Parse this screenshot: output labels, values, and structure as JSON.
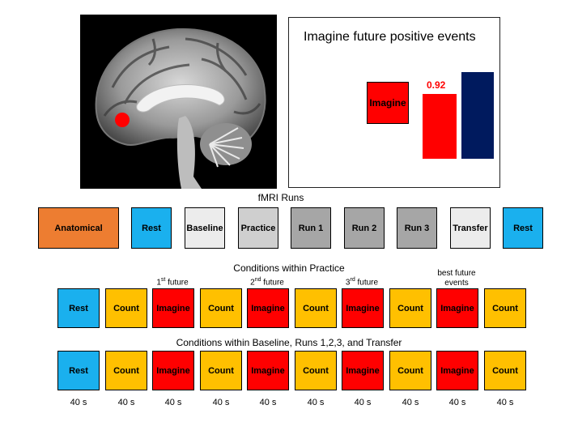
{
  "colors": {
    "anatomical": "#ed7d31",
    "rest": "#1ab0ee",
    "baseline": "#ececec",
    "practice": "#cfcfcf",
    "run": "#a6a6a6",
    "transfer": "#ececec",
    "count": "#ffc000",
    "imagine": "#ff0000",
    "feedback_dark": "#001a5e"
  },
  "feedback": {
    "title": "Imagine future positive events",
    "imagine_label": "Imagine",
    "value_label": "0.92"
  },
  "runs": {
    "title": "fMRI Runs",
    "items": [
      {
        "label": "Anatomical",
        "type": "anatomical"
      },
      {
        "label": "Rest",
        "type": "rest"
      },
      {
        "label": "Baseline",
        "type": "baseline"
      },
      {
        "label": "Practice",
        "type": "practice"
      },
      {
        "label": "Run 1",
        "type": "run"
      },
      {
        "label": "Run 2",
        "type": "run"
      },
      {
        "label": "Run 3",
        "type": "run"
      },
      {
        "label": "Transfer",
        "type": "transfer"
      },
      {
        "label": "Rest",
        "type": "rest"
      }
    ]
  },
  "practice": {
    "title": "Conditions within Practice",
    "annotations": {
      "first": {
        "num": "1",
        "sup": "st",
        "rest": " future"
      },
      "second": {
        "num": "2",
        "sup": "nd",
        "rest": " future"
      },
      "third": {
        "num": "3",
        "sup": "rd",
        "rest": " future"
      },
      "best_line1": "best future",
      "best_line2": "events"
    },
    "items": [
      "Rest",
      "Count",
      "Imagine",
      "Count",
      "Imagine",
      "Count",
      "Imagine",
      "Count",
      "Imagine",
      "Count"
    ]
  },
  "baseline": {
    "title": "Conditions within Baseline, Runs 1,2,3, and Transfer",
    "items": [
      "Rest",
      "Count",
      "Imagine",
      "Count",
      "Imagine",
      "Count",
      "Imagine",
      "Count",
      "Imagine",
      "Count"
    ]
  },
  "durations": [
    "40 s",
    "40 s",
    "40 s",
    "40 s",
    "40 s",
    "40 s",
    "40 s",
    "40 s",
    "40 s",
    "40 s"
  ]
}
